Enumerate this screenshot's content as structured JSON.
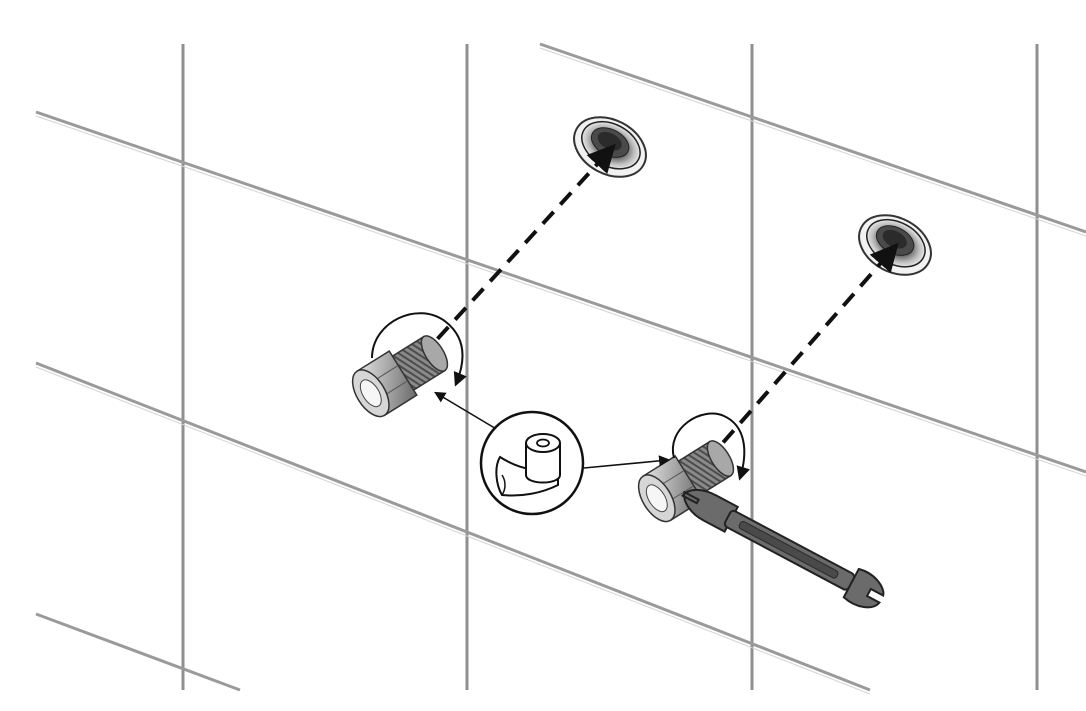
{
  "figure": {
    "kind": "installation-illustration",
    "steps": [
      {
        "part": "thread-seal-tape",
        "action": "wrap-threads"
      },
      {
        "part": "pipe-fitting",
        "action": "screw-into-wall-outlet",
        "count": 2
      },
      {
        "part": "open-end-wrench",
        "action": "tighten-fitting"
      }
    ],
    "colors": {
      "background": "#ffffff",
      "wall_grid": "#8a8a8a",
      "metal_light": "#d8d8d8",
      "metal_mid": "#9a9a9a",
      "metal_dark": "#4a4a4a",
      "wrench": "#6b6b6b",
      "arrow": "#111111"
    }
  }
}
